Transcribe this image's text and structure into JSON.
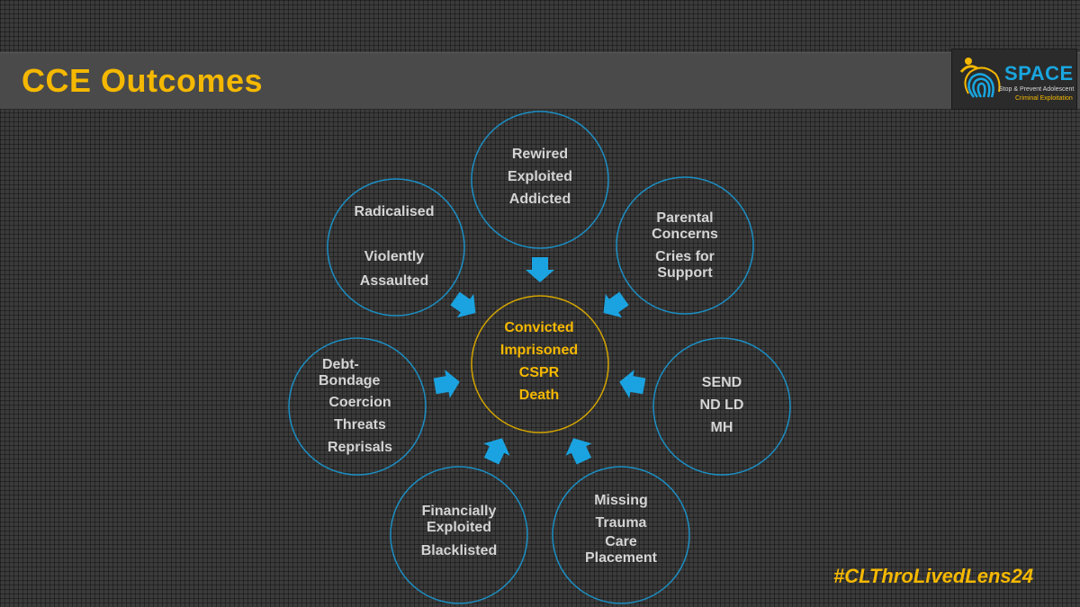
{
  "title": "CCE Outcomes",
  "logo": {
    "name": "SPACE",
    "tagline_1": "Stop & Prevent Adolescent",
    "tagline_2": "Criminal Exploitation"
  },
  "colors": {
    "accent": "#f5b800",
    "circle_stroke": "#1b8fc4",
    "arrow": "#1aa3e0",
    "center_stroke": "#d4a500",
    "text": "#d4d4d4"
  },
  "center": {
    "lines": [
      "Convicted",
      "Imprisoned",
      "CSPR",
      "Death"
    ]
  },
  "nodes": [
    {
      "lines": [
        "Rewired",
        "Exploited",
        "Addicted"
      ]
    },
    {
      "lines": [
        "Parental",
        "Concerns",
        "Cries for",
        "Support"
      ]
    },
    {
      "lines": [
        "SEND",
        "ND LD",
        "MH"
      ]
    },
    {
      "lines": [
        "Missing",
        "Trauma",
        "Care",
        "Placement"
      ]
    },
    {
      "lines": [
        "Financially",
        "Exploited",
        "Blacklisted"
      ]
    },
    {
      "lines": [
        "Debt-",
        "Bondage",
        "Coercion",
        "Threats",
        "Reprisals"
      ]
    },
    {
      "lines": [
        "Radicalised",
        "Violently",
        "Assaulted"
      ]
    }
  ],
  "hashtag": "#CLThroLivedLens24"
}
